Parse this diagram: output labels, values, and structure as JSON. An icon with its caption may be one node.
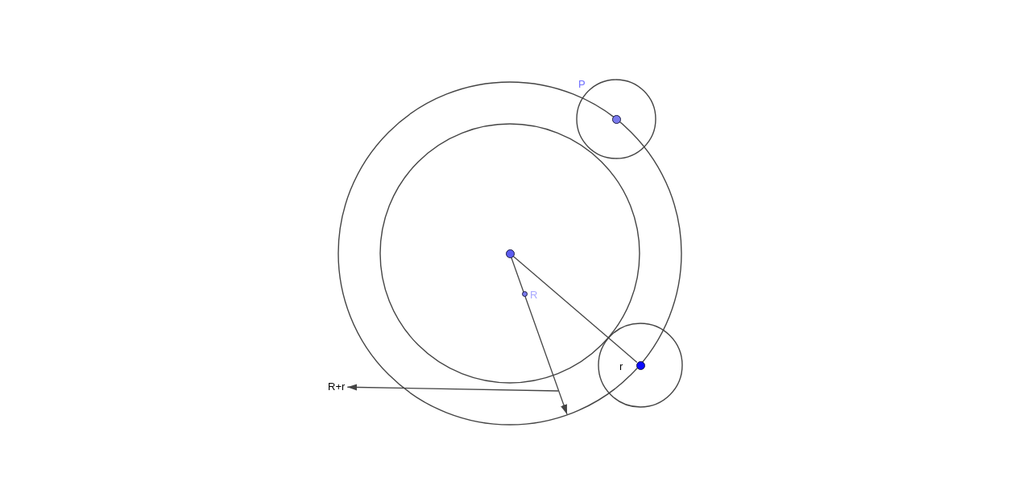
{
  "diagram": {
    "nodes": [
      {
        "text": [],
        "shape": "circle"
      },
      {
        "text": [],
        "shape": "circle",
        "beside": [
          "R"
        ]
      },
      {
        "text": [],
        "shape": "circle",
        "beside": [
          "P"
        ]
      },
      {
        "text": [],
        "shape": "circle",
        "beside": [
          "r"
        ]
      },
      {
        "text": [
          "R+r"
        ]
      }
    ],
    "edges": [
      {
        "from": 0,
        "to": null,
        "arrow": "to"
      },
      {
        "from": 0,
        "to": 3,
        "arrow": "none"
      },
      {
        "from": null,
        "to": 4,
        "arrow": "to"
      }
    ]
  }
}
